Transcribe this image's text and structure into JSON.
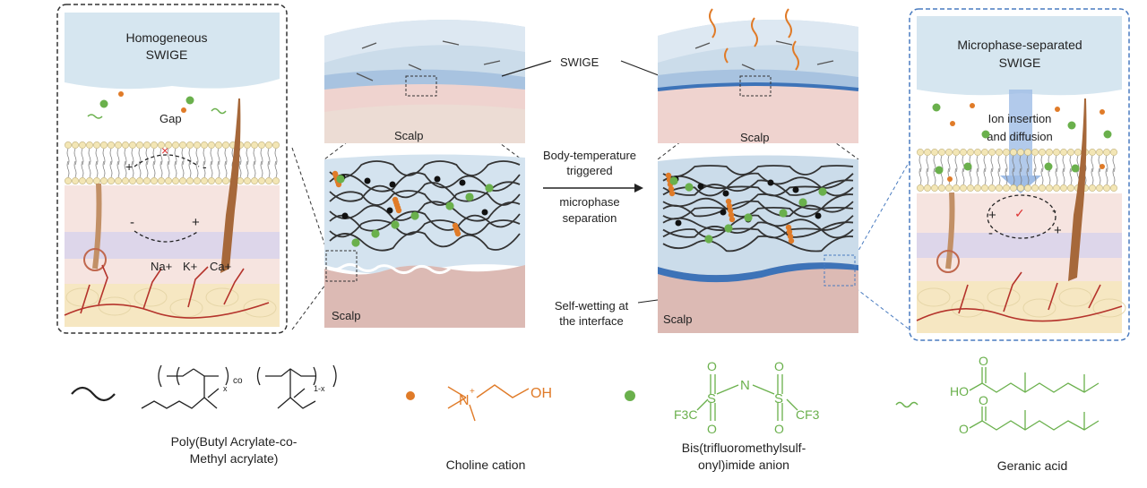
{
  "panels": {
    "left": {
      "title_line1": "Homogeneous",
      "title_line2": "SWIGE",
      "gap": "Gap",
      "ions": [
        "Na+",
        "K+",
        "Ca+"
      ],
      "minus": "-",
      "plus": "+",
      "cross": "×"
    },
    "center_left": {
      "scalp_top": "Scalp",
      "scalp_bottom": "Scalp"
    },
    "center_right": {
      "scalp_top": "Scalp",
      "scalp_bottom": "Scalp"
    },
    "right": {
      "title_line1": "Microphase-separated",
      "title_line2": "SWIGE",
      "ion_line1": "Ion insertion",
      "ion_line2": "and diffusion",
      "minus": "-",
      "plus": "+",
      "check": "✓"
    }
  },
  "labels": {
    "swige": "SWIGE",
    "transition_line1": "Body-temperature",
    "transition_line2": "triggered",
    "transition_line3": "microphase",
    "transition_line4": "separation",
    "wetting_line1": "Self-wetting at",
    "wetting_line2": "the interface"
  },
  "legend": {
    "polymer_line1": "Poly(Butyl Acrylate-co-",
    "polymer_line2": "Methyl acrylate)",
    "polymer_co": "co",
    "polymer_x": "x",
    "polymer_1x": "1-x",
    "choline": "Choline cation",
    "choline_n": "N",
    "choline_plus": "+",
    "choline_oh": "OH",
    "tfsi_line1": "Bis(trifluoromethylsulf-",
    "tfsi_line2": "onyl)imide anion",
    "tfsi_s1": "S",
    "tfsi_s2": "S",
    "tfsi_n": "N",
    "tfsi_o": "O",
    "tfsi_f3c": "F3C",
    "tfsi_cf3": "CF3",
    "geranic": "Geranic acid",
    "geranic_ho": "HO",
    "geranic_o": "O",
    "geranic_ominus": "O"
  },
  "colors": {
    "gel_blue": "#c7d9ea",
    "gel_dark": "#3d73b8",
    "skin_pink": "#efd3cf",
    "scalp_brown": "#d9bcb6",
    "cation_orange": "#e07b28",
    "anion_green": "#6ab04c",
    "frame_dashed_blue": "#4a7cc0"
  }
}
